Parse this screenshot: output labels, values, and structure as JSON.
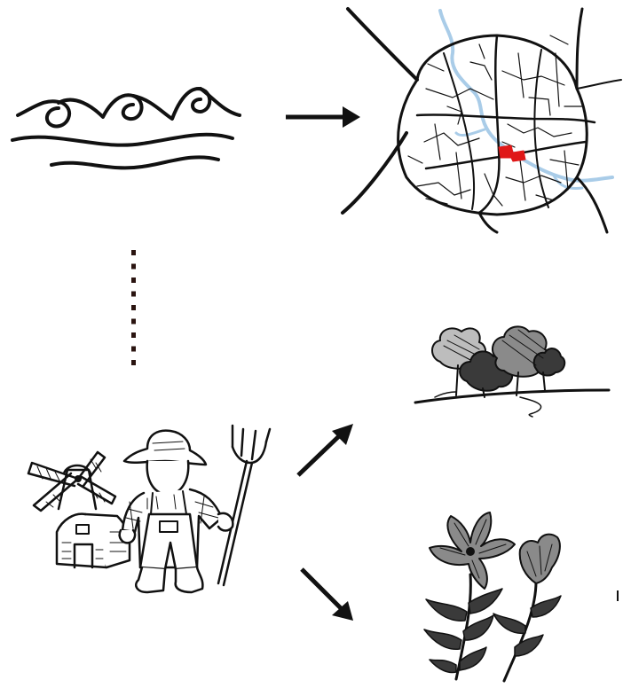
{
  "colors": {
    "ink": "#111111",
    "river": "#a9cce8",
    "highlight": "#e01818",
    "gray_light": "#bdbdbd",
    "gray_mid": "#8a8a8a",
    "gray_dark": "#3a3a3a",
    "dots": "#2a1410"
  },
  "icons": {
    "waves": "waves-icon",
    "city_map": "city-map-icon",
    "farmer": "farmer-icon",
    "windmill": "windmill-icon",
    "barn": "barn-icon",
    "pitchfork": "pitchfork-icon",
    "trees": "trees-landscape-icon",
    "flowers": "flowers-icon"
  },
  "connectors": {
    "waves_to_city": "arrow-right",
    "waves_to_farmer": "dotted-vertical",
    "farmer_to_trees": "arrow-up-right",
    "farmer_to_flowers": "arrow-down-right"
  }
}
